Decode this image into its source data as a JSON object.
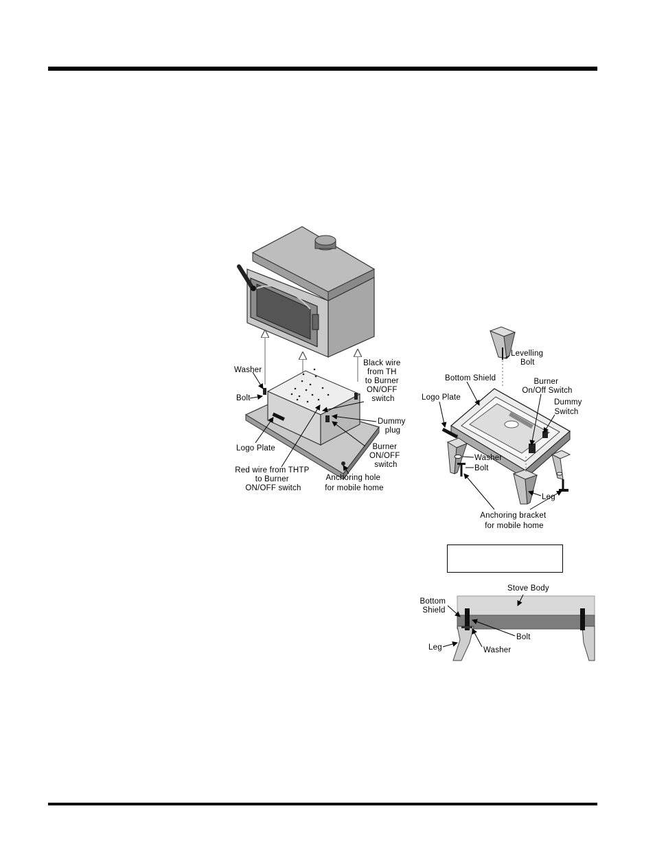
{
  "figure1": {
    "labels": {
      "washer": "Washer",
      "bolt": "Bolt",
      "logo_plate": "Logo Plate",
      "red_wire": [
        "Red wire from THTP",
        "to Burner",
        "ON/OFF switch"
      ],
      "black_wire": [
        "Black wire",
        "from TH",
        "to Burner",
        "ON/OFF",
        "switch"
      ],
      "dummy_plug": [
        "Dummy",
        "plug"
      ],
      "burner_switch": [
        "Burner",
        "ON/OFF",
        "switch"
      ],
      "anchoring_hole": [
        "Anchoring hole",
        "for mobile home"
      ]
    }
  },
  "figure2": {
    "labels": {
      "levelling_bolt": [
        "Levelling",
        "Bolt"
      ],
      "bottom_shield": "Bottom Shield",
      "burner_switch": [
        "Burner",
        "On/Off Switch"
      ],
      "dummy_switch": [
        "Dummy",
        "Switch"
      ],
      "logo_plate": "Logo Plate",
      "washer": "Washer",
      "bolt": "Bolt",
      "leg": "Leg",
      "anchoring_bracket": [
        "Anchoring bracket",
        "for mobile home"
      ]
    }
  },
  "figure3": {
    "labels": {
      "stove_body": "Stove Body",
      "bottom_shield": [
        "Bottom",
        "Shield"
      ],
      "bolt": "Bolt",
      "leg": "Leg",
      "washer": "Washer"
    }
  }
}
